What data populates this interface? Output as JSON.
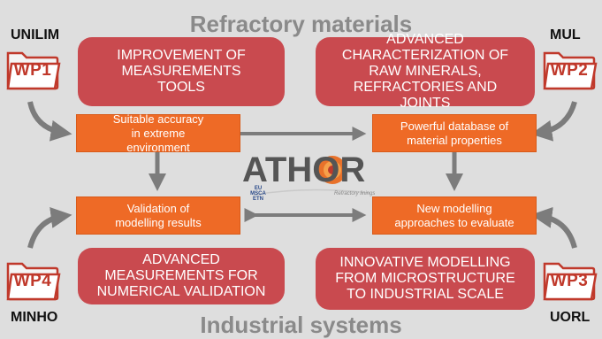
{
  "titles": {
    "top": "Refractory materials",
    "bottom": "Industrial systems"
  },
  "partners": {
    "unilim": "UNILIM",
    "mul": "MUL",
    "minho": "MINHO",
    "uorl": "UORL"
  },
  "work_packages": {
    "wp1": "WP1",
    "wp2": "WP2",
    "wp3": "WP3",
    "wp4": "WP4"
  },
  "objectives": {
    "wp1": "IMPROVEMENT OF MEASUREMENTS TOOLS",
    "wp2": "ADVANCED CHARACTERIZATION OF RAW MINERALS, REFRACTORIES AND JOINTS",
    "wp4": "ADVANCED MEASUREMENTS FOR NUMERICAL VALIDATION",
    "wp3": "INNOVATIVE MODELLING FROM MICROSTRUCTURE TO INDUSTRIAL SCALE"
  },
  "outcomes": {
    "accuracy": "Suitable accuracy in extreme environment",
    "database": "Powerful database of material properties",
    "validation": "Validation of modelling results",
    "modelling": "New modelling approaches to evaluate"
  },
  "logo": {
    "word": "ATHOR",
    "sub": "EU MSCA ETN",
    "tagline": "Refractory linings"
  },
  "colors": {
    "background": "#dedede",
    "red_box": "#c94a4f",
    "orange_box": "#ee6a26",
    "arrow": "#7c7c7c",
    "folder_outline": "#c0392b"
  }
}
